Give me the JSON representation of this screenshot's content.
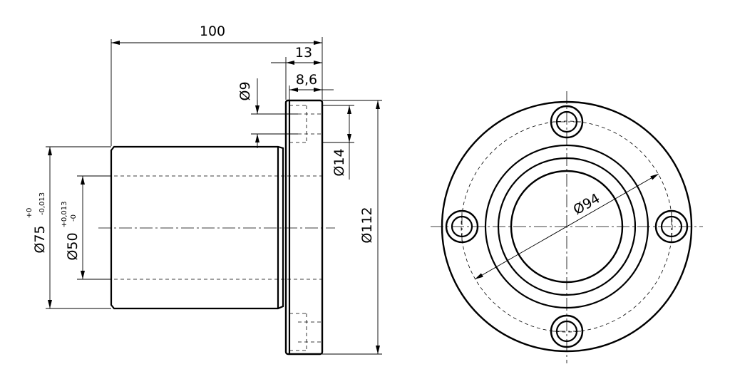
{
  "drawing": {
    "views": [
      "side-section",
      "front"
    ],
    "dimensions": {
      "overall_length": "100",
      "flange_width": "13",
      "flange_inner": "8,6",
      "hole_dia": "Ø9",
      "counterbore_dia": "Ø14",
      "flange_dia": "Ø112",
      "outer_dia": "Ø75",
      "outer_tol_upper": "+0",
      "outer_tol_lower": "-0,013",
      "bore_dia": "Ø50",
      "bore_tol_upper": "+0,013",
      "bore_tol_lower": "-0",
      "bolt_circle_dia": "Ø94"
    }
  }
}
